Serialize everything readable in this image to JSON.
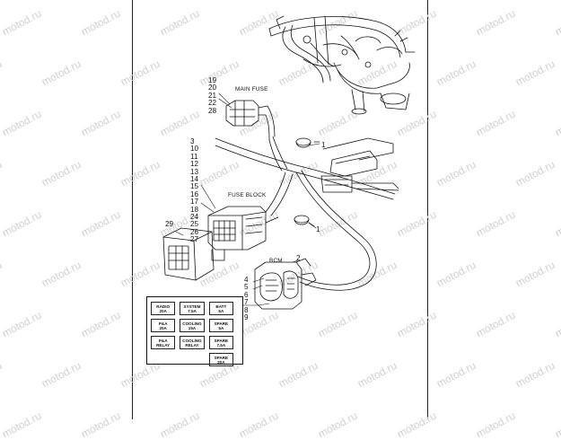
{
  "watermark": "motod.ru",
  "labels": {
    "main_fuse": "MAIN FUSE",
    "fuse_block": "FUSE BLOCK",
    "bcm": "BCM"
  },
  "callouts": {
    "main_fuse_group": [
      "19",
      "20",
      "21",
      "22",
      "28"
    ],
    "fuse_block_group": [
      "3",
      "10",
      "11",
      "12",
      "13",
      "14",
      "15",
      "16",
      "17",
      "18",
      "24",
      "25",
      "26",
      "27"
    ],
    "bcm_group": [
      "4",
      "5",
      "6",
      "7",
      "8",
      "9"
    ],
    "clip_upper": "1",
    "clip_lower": "1",
    "bcm_bracket": "2",
    "relay_module": "29"
  },
  "fuse_legend": [
    [
      "RADIO",
      "20A"
    ],
    [
      "SYSTEM",
      "7.5A"
    ],
    [
      "BATT",
      "5A"
    ],
    [
      "P&A",
      "20A"
    ],
    [
      "COOLING",
      "15A"
    ],
    [
      "SPARE",
      "5A"
    ],
    [
      "P&A",
      "RELAY"
    ],
    [
      "COOLING",
      "RELAY"
    ],
    [
      "SPARE",
      "7.5A"
    ],
    [
      "",
      ""
    ],
    [
      "",
      ""
    ],
    [
      "SPARE",
      "20A"
    ]
  ]
}
